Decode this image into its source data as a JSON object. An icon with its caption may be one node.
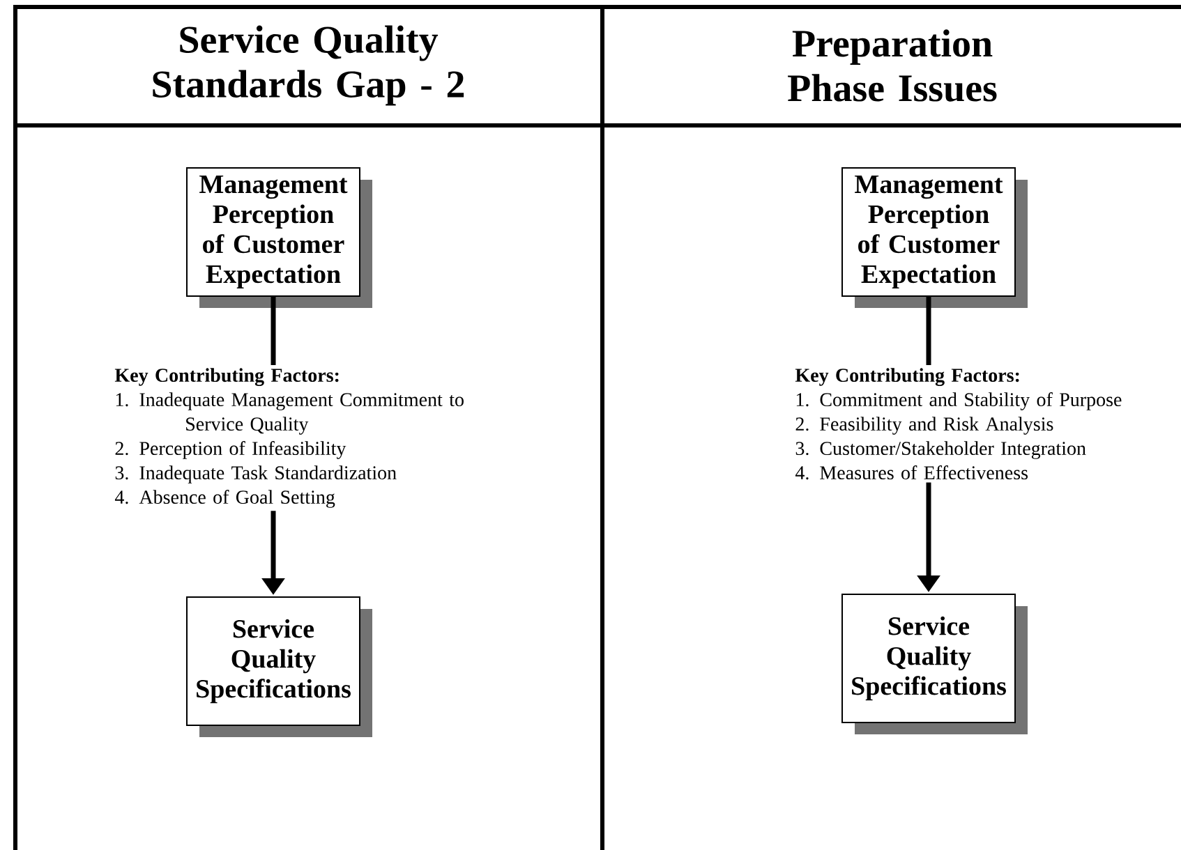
{
  "diagram": {
    "nodes": [
      {
        "text": [
          "Management Perception of Customer Expectation"
        ]
      },
      {
        "text": [
          "Key Contributing Factors:",
          "1. Inadequate Management Commitment to Service Quality",
          "2. Perception of Infeasibility",
          "3. Inadequate Task Standardization",
          "4. Absence of Goal Setting"
        ]
      },
      {
        "text": [
          "Service Quality Specifications"
        ]
      },
      {
        "text": [
          "Management Perception of Customer Expectation"
        ]
      },
      {
        "text": [
          "Key Contributing Factors:",
          "1. Commitment and Stability of Purpose",
          "2. Feasibility and Risk Analysis",
          "3. Customer/Stakeholder Integration",
          "4. Measures of Effectiveness"
        ]
      },
      {
        "text": [
          "Service Quality Specifications"
        ]
      }
    ],
    "edges": [
      {
        "from": 0,
        "to": 1,
        "arrow": "none"
      },
      {
        "from": 1,
        "to": 2,
        "arrow": "to"
      },
      {
        "from": 3,
        "to": 4,
        "arrow": "none"
      },
      {
        "from": 4,
        "to": 5,
        "arrow": "to"
      }
    ],
    "labels": [
      "Service Quality Standards Gap - 2",
      "Preparation Phase Issues"
    ]
  }
}
